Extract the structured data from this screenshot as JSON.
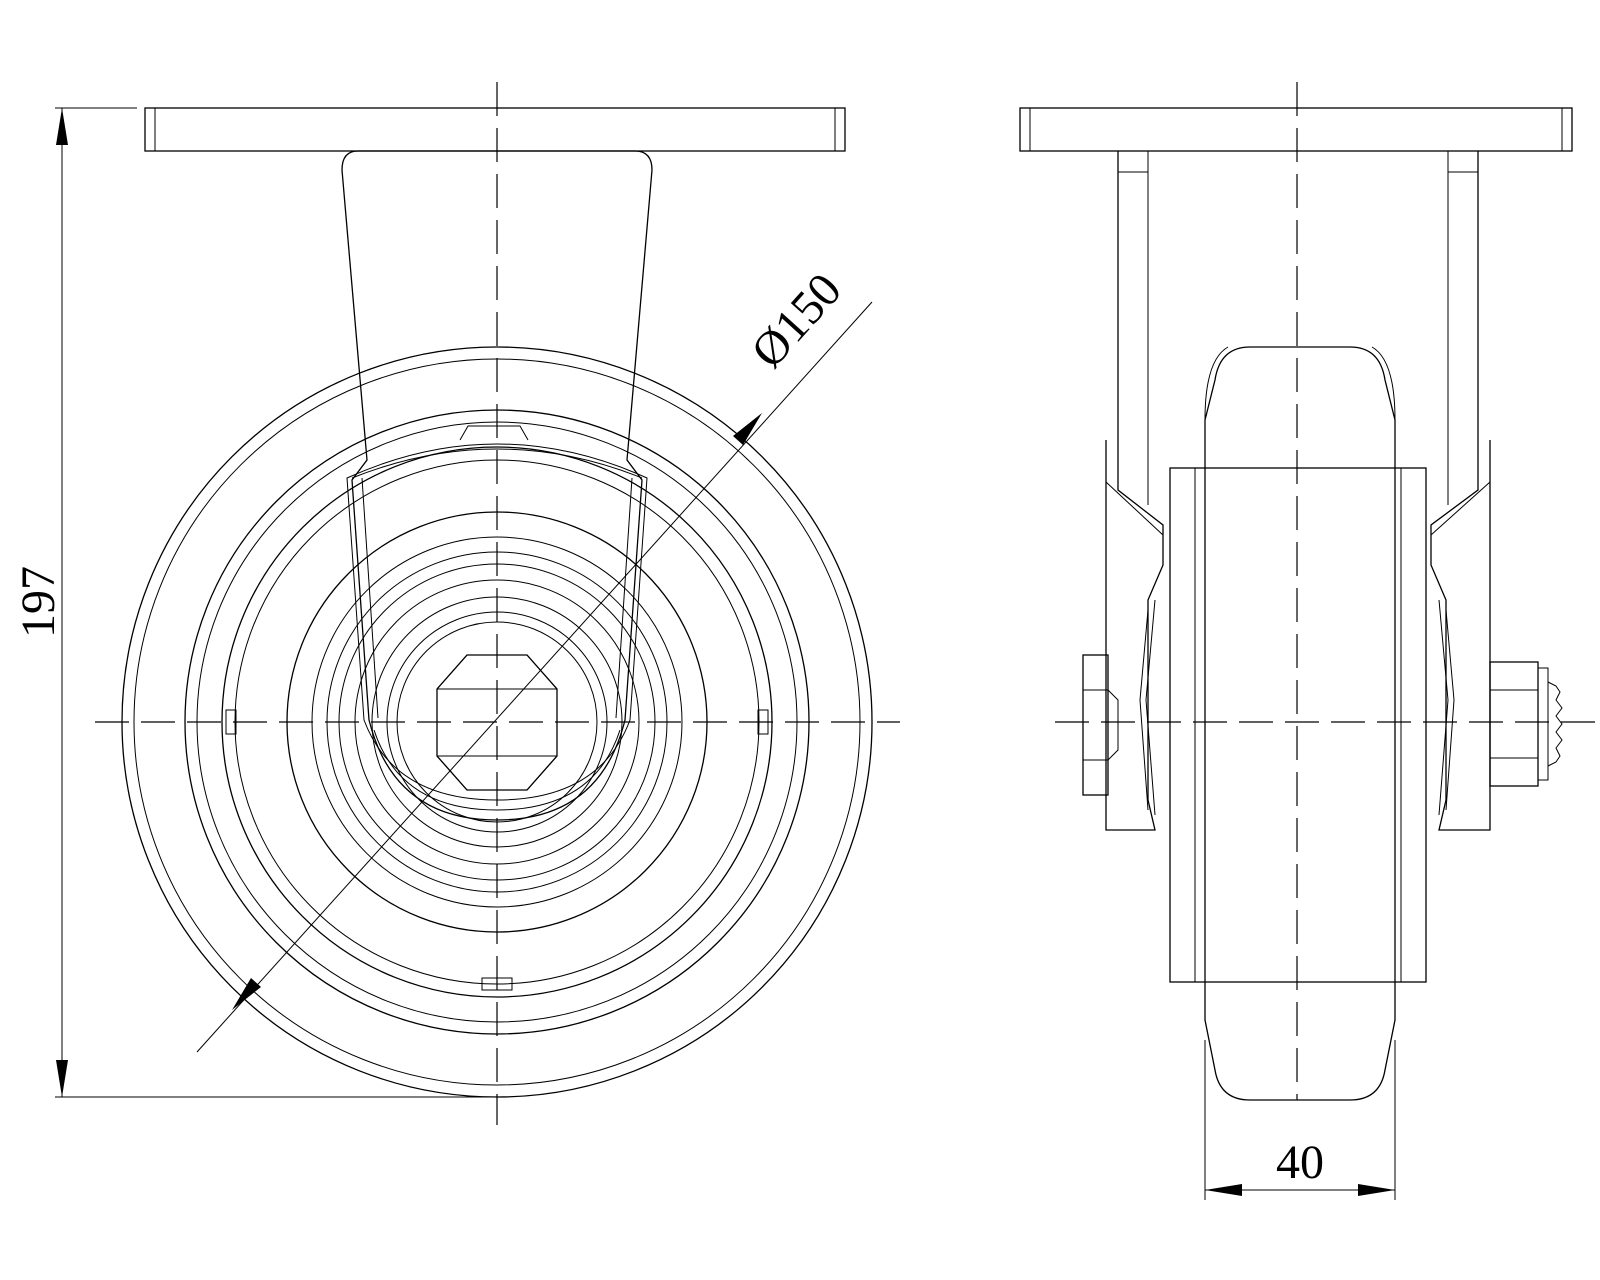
{
  "dimensions": {
    "overall_height": "197",
    "wheel_diameter": "Ø150",
    "wheel_width": "40"
  }
}
